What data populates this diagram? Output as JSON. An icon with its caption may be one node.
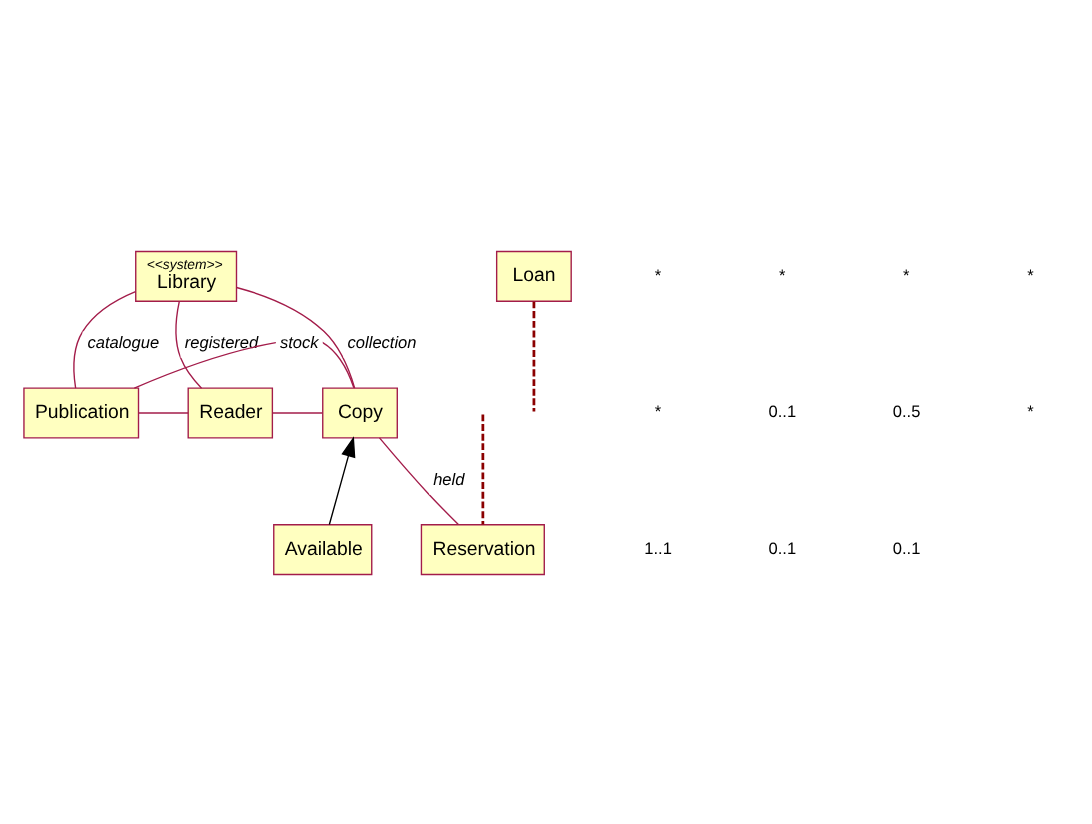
{
  "diagram": {
    "nodes": [
      {
        "text": [
          "<<system>>",
          "Library"
        ]
      },
      {
        "text": [
          "Loan"
        ]
      },
      {
        "text": [
          "Publication"
        ]
      },
      {
        "text": [
          "Reader"
        ]
      },
      {
        "text": [
          "Copy"
        ]
      },
      {
        "text": [
          "Reservation"
        ]
      },
      {
        "text": [
          "Available"
        ]
      }
    ],
    "edges": [
      {
        "from": 0,
        "to": 2,
        "arrow": "none",
        "label": "catalogue"
      },
      {
        "from": 0,
        "to": 3,
        "arrow": "none",
        "label": "registered"
      },
      {
        "from": 0,
        "to": 4,
        "arrow": "none",
        "label": "collection"
      },
      {
        "from": 2,
        "to": 3,
        "arrow": "none"
      },
      {
        "from": 3,
        "to": 4,
        "arrow": "none"
      },
      {
        "from": 1,
        "to": null,
        "arrow": "none",
        "style": "dashed",
        "color": "#8b0000"
      },
      {
        "from": 5,
        "to": null,
        "arrow": "none",
        "style": "dashed",
        "color": "#8b0000"
      },
      {
        "from": 5,
        "to": 4,
        "arrow": "none",
        "label": "held"
      },
      {
        "from": 6,
        "to": 4,
        "arrow": "to",
        "color": "#000000"
      },
      {
        "from": 2,
        "to": 4,
        "arrow": "none",
        "label": "stock"
      }
    ],
    "labels": [
      "*",
      "*",
      "*",
      "*",
      "*",
      "0..1",
      "0..5",
      "*",
      "1..1",
      "0..1",
      "0..1"
    ]
  }
}
